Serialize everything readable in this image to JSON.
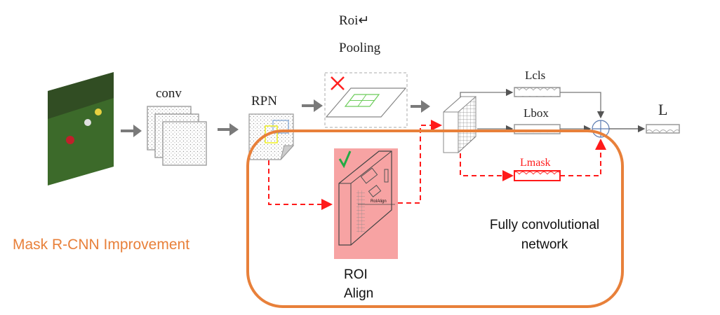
{
  "labels": {
    "roi_pooling_line1": "Roi↵",
    "roi_pooling_line2": "Pooling",
    "conv": "conv",
    "rpn": "RPN",
    "l_cls": "Lcls",
    "l_box": "Lbox",
    "l_mask": "Lmask",
    "l_total": "L",
    "roialign_inner": "RoIAlign",
    "improvement": "Mask R-CNN Improvement",
    "fcn_line1": "Fully convolutional",
    "fcn_line2": "network",
    "roi_align_line1": "ROI",
    "roi_align_line2": "Align"
  },
  "colors": {
    "highlight": "#e8803a",
    "mask_branch": "#ff2020",
    "roialign_bg": "#f7a3a3",
    "arrow": "#7a7a7a"
  },
  "icons": {
    "rejected": "cross-mark-icon",
    "accepted": "check-mark-icon"
  }
}
